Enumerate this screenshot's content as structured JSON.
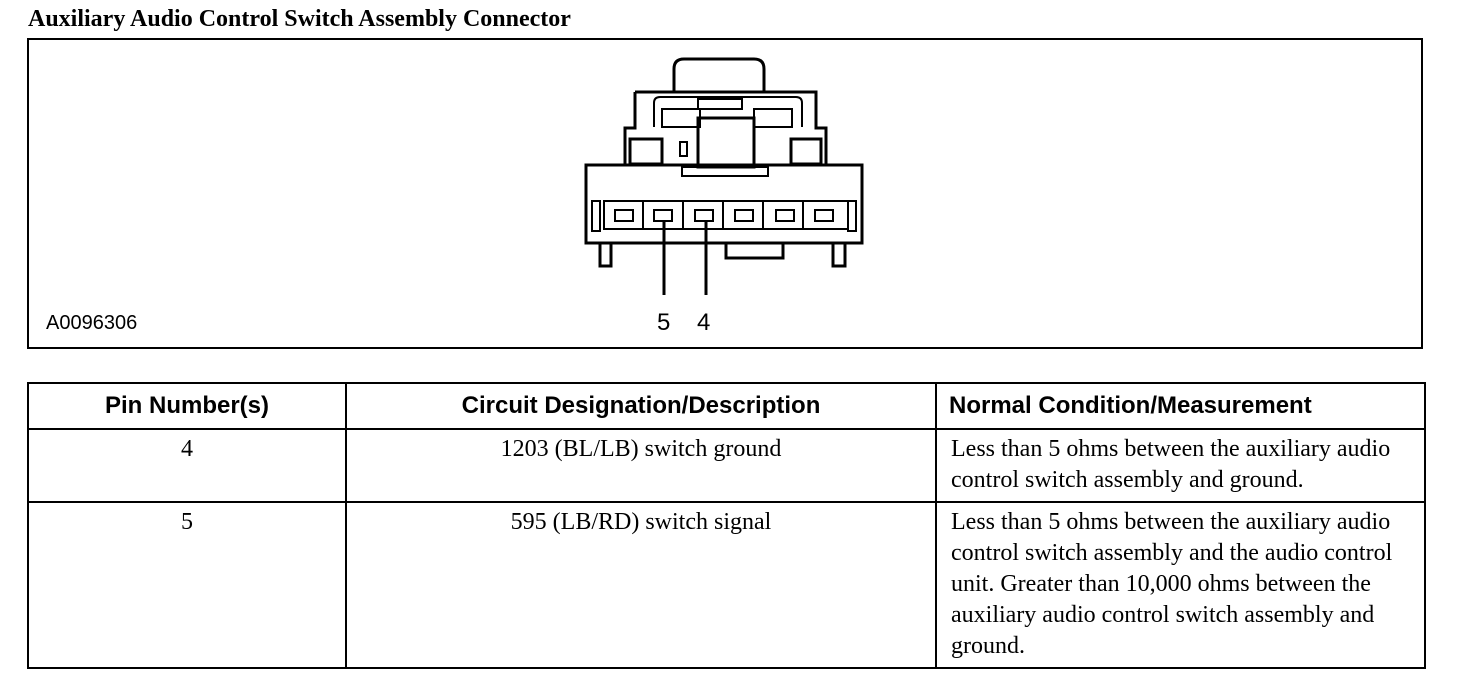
{
  "title": "Auxiliary Audio Control Switch Assembly Connector",
  "figure": {
    "id": "A0096306",
    "pin_callouts": [
      "5",
      "4"
    ]
  },
  "table": {
    "headers": [
      "Pin Number(s)",
      "Circuit Designation/Description",
      "Normal Condition/Measurement"
    ],
    "rows": [
      {
        "pin": "4",
        "circuit": "1203 (BL/LB) switch ground",
        "condition": "Less than 5 ohms between the auxiliary audio control switch assembly and ground."
      },
      {
        "pin": "5",
        "circuit": "595 (LB/RD) switch signal",
        "condition": "Less than 5 ohms between the auxiliary audio control switch assembly and the audio control unit. Greater than 10,000 ohms between the auxiliary audio control switch assembly and ground."
      }
    ]
  }
}
